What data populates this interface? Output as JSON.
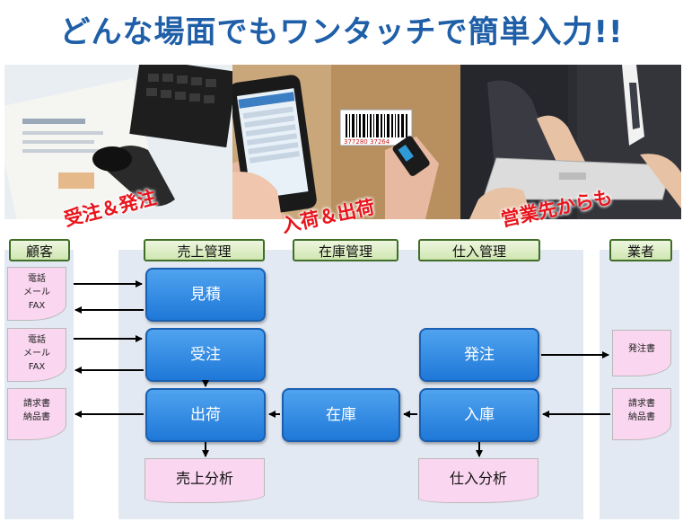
{
  "title": "どんな場面でもワンタッチで簡単入力!!",
  "captions": {
    "left": "受注＆発注",
    "middle": "入荷＆出荷",
    "right": "営業先からも"
  },
  "barcode_number": "377280 37264",
  "lanes": {
    "customer": "顧客",
    "sales": "売上管理",
    "inventory": "在庫管理",
    "purchase": "仕入管理",
    "vendor": "業者"
  },
  "process": {
    "estimate": "見積",
    "order_received": "受注",
    "shipping": "出荷",
    "stock": "在庫",
    "order_placed": "発注",
    "receiving": "入庫"
  },
  "analysis": {
    "sales": "売上分析",
    "purchase": "仕入分析"
  },
  "customer_docs": [
    [
      "電話",
      "メール",
      "FAX"
    ],
    [
      "電話",
      "メール",
      "FAX"
    ],
    [
      "請求書",
      "納品書"
    ]
  ],
  "vendor_docs": [
    [
      "発注書"
    ],
    [
      "請求書",
      "納品書"
    ]
  ],
  "colors": {
    "title": "#1f5fa8",
    "caption": "#e8141c",
    "process": "#2a86e0",
    "document": "#fad6f0",
    "header": "#cfe6b0",
    "lane": "#e3e9f2"
  }
}
